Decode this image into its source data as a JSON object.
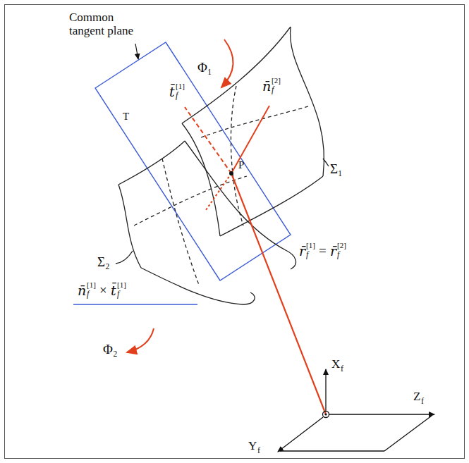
{
  "diagram": {
    "labels": [
      "Common tangent plane",
      "Φ₁",
      "T",
      "t̄",
      "f",
      "[1]",
      "n̄",
      "f",
      "[2]",
      "Σ₁",
      "P",
      "Σ₂",
      "n̄",
      "f",
      "[1]",
      "×",
      "t̄",
      "f",
      "[1]",
      "r̄",
      "f",
      "[1]",
      "=",
      "r̄",
      "f",
      "[2]",
      "Φ₂",
      "X",
      "f",
      "Z",
      "f",
      "Y",
      "f"
    ]
  }
}
